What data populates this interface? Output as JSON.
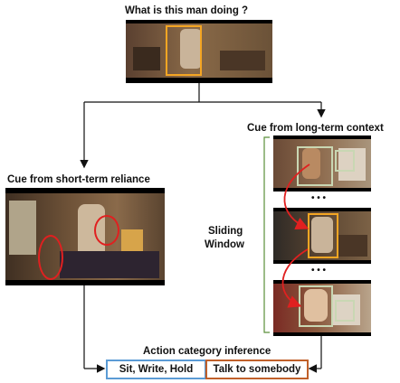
{
  "question": "What is this man doing ?",
  "long_term_label": "Cue from long-term context",
  "short_term_label": "Cue from short-term reliance",
  "sliding_window_line1": "Sliding",
  "sliding_window_line2": "Window",
  "ellipsis": "• • •",
  "inference_label": "Action category inference",
  "result_short": "Sit, Write, Hold",
  "result_long": "Talk to somebody",
  "colors": {
    "highlight_orange": "#f5a623",
    "highlight_green": "#c9d7b3",
    "bracket_green": "#5a8f3a",
    "arrow_red": "#e02020",
    "short_box_border": "#5b9bd5",
    "long_box_border": "#c0602a"
  }
}
